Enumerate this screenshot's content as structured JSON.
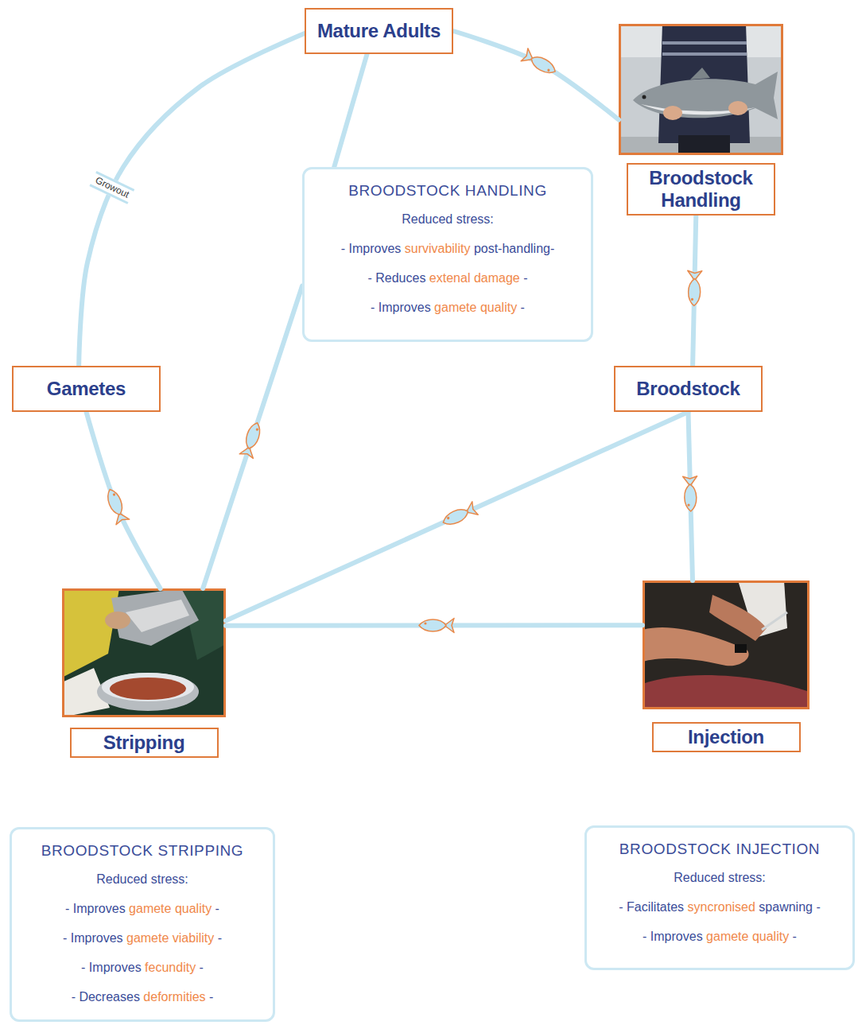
{
  "diagram": {
    "nodes": [
      {
        "text": [
          "Mature Adults"
        ]
      },
      {
        "text": [
          "Broodstock Handling"
        ]
      },
      {
        "text": [
          "BROODSTOCK HANDLING",
          "Reduced stress:",
          "- Improves survivability post-handling-",
          "- Reduces extenal damage -",
          "- Improves gamete quality -"
        ]
      },
      {
        "text": [
          "Gametes"
        ]
      },
      {
        "text": [
          "Broodstock"
        ]
      },
      {
        "text": [
          "Stripping"
        ]
      },
      {
        "text": [
          "Injection"
        ]
      },
      {
        "text": [
          "BROODSTOCK STRIPPING",
          "Reduced stress:",
          "- Improves gamete quality -",
          "- Improves gamete viability -",
          "- Improves fecundity -",
          "- Decreases deformities -"
        ]
      },
      {
        "text": [
          "BROODSTOCK INJECTION",
          "Reduced stress:",
          "- Facilitates syncronised spawning -",
          "- Improves gamete quality -"
        ]
      }
    ],
    "edges": [
      {
        "from": 0,
        "to": 1,
        "arrow": "to"
      },
      {
        "from": 1,
        "to": 4,
        "arrow": "to"
      },
      {
        "from": 4,
        "to": 6,
        "arrow": "to"
      },
      {
        "from": 6,
        "to": 5,
        "arrow": "to"
      },
      {
        "from": 4,
        "to": 5,
        "arrow": "to"
      },
      {
        "from": 5,
        "to": 3,
        "arrow": "to"
      },
      {
        "from": 3,
        "to": 0,
        "label": "Growout",
        "arrow": "none"
      },
      {
        "from": 5,
        "to": 2,
        "arrow": "to"
      },
      {
        "from": 0,
        "to": 2,
        "arrow": "none"
      }
    ]
  }
}
